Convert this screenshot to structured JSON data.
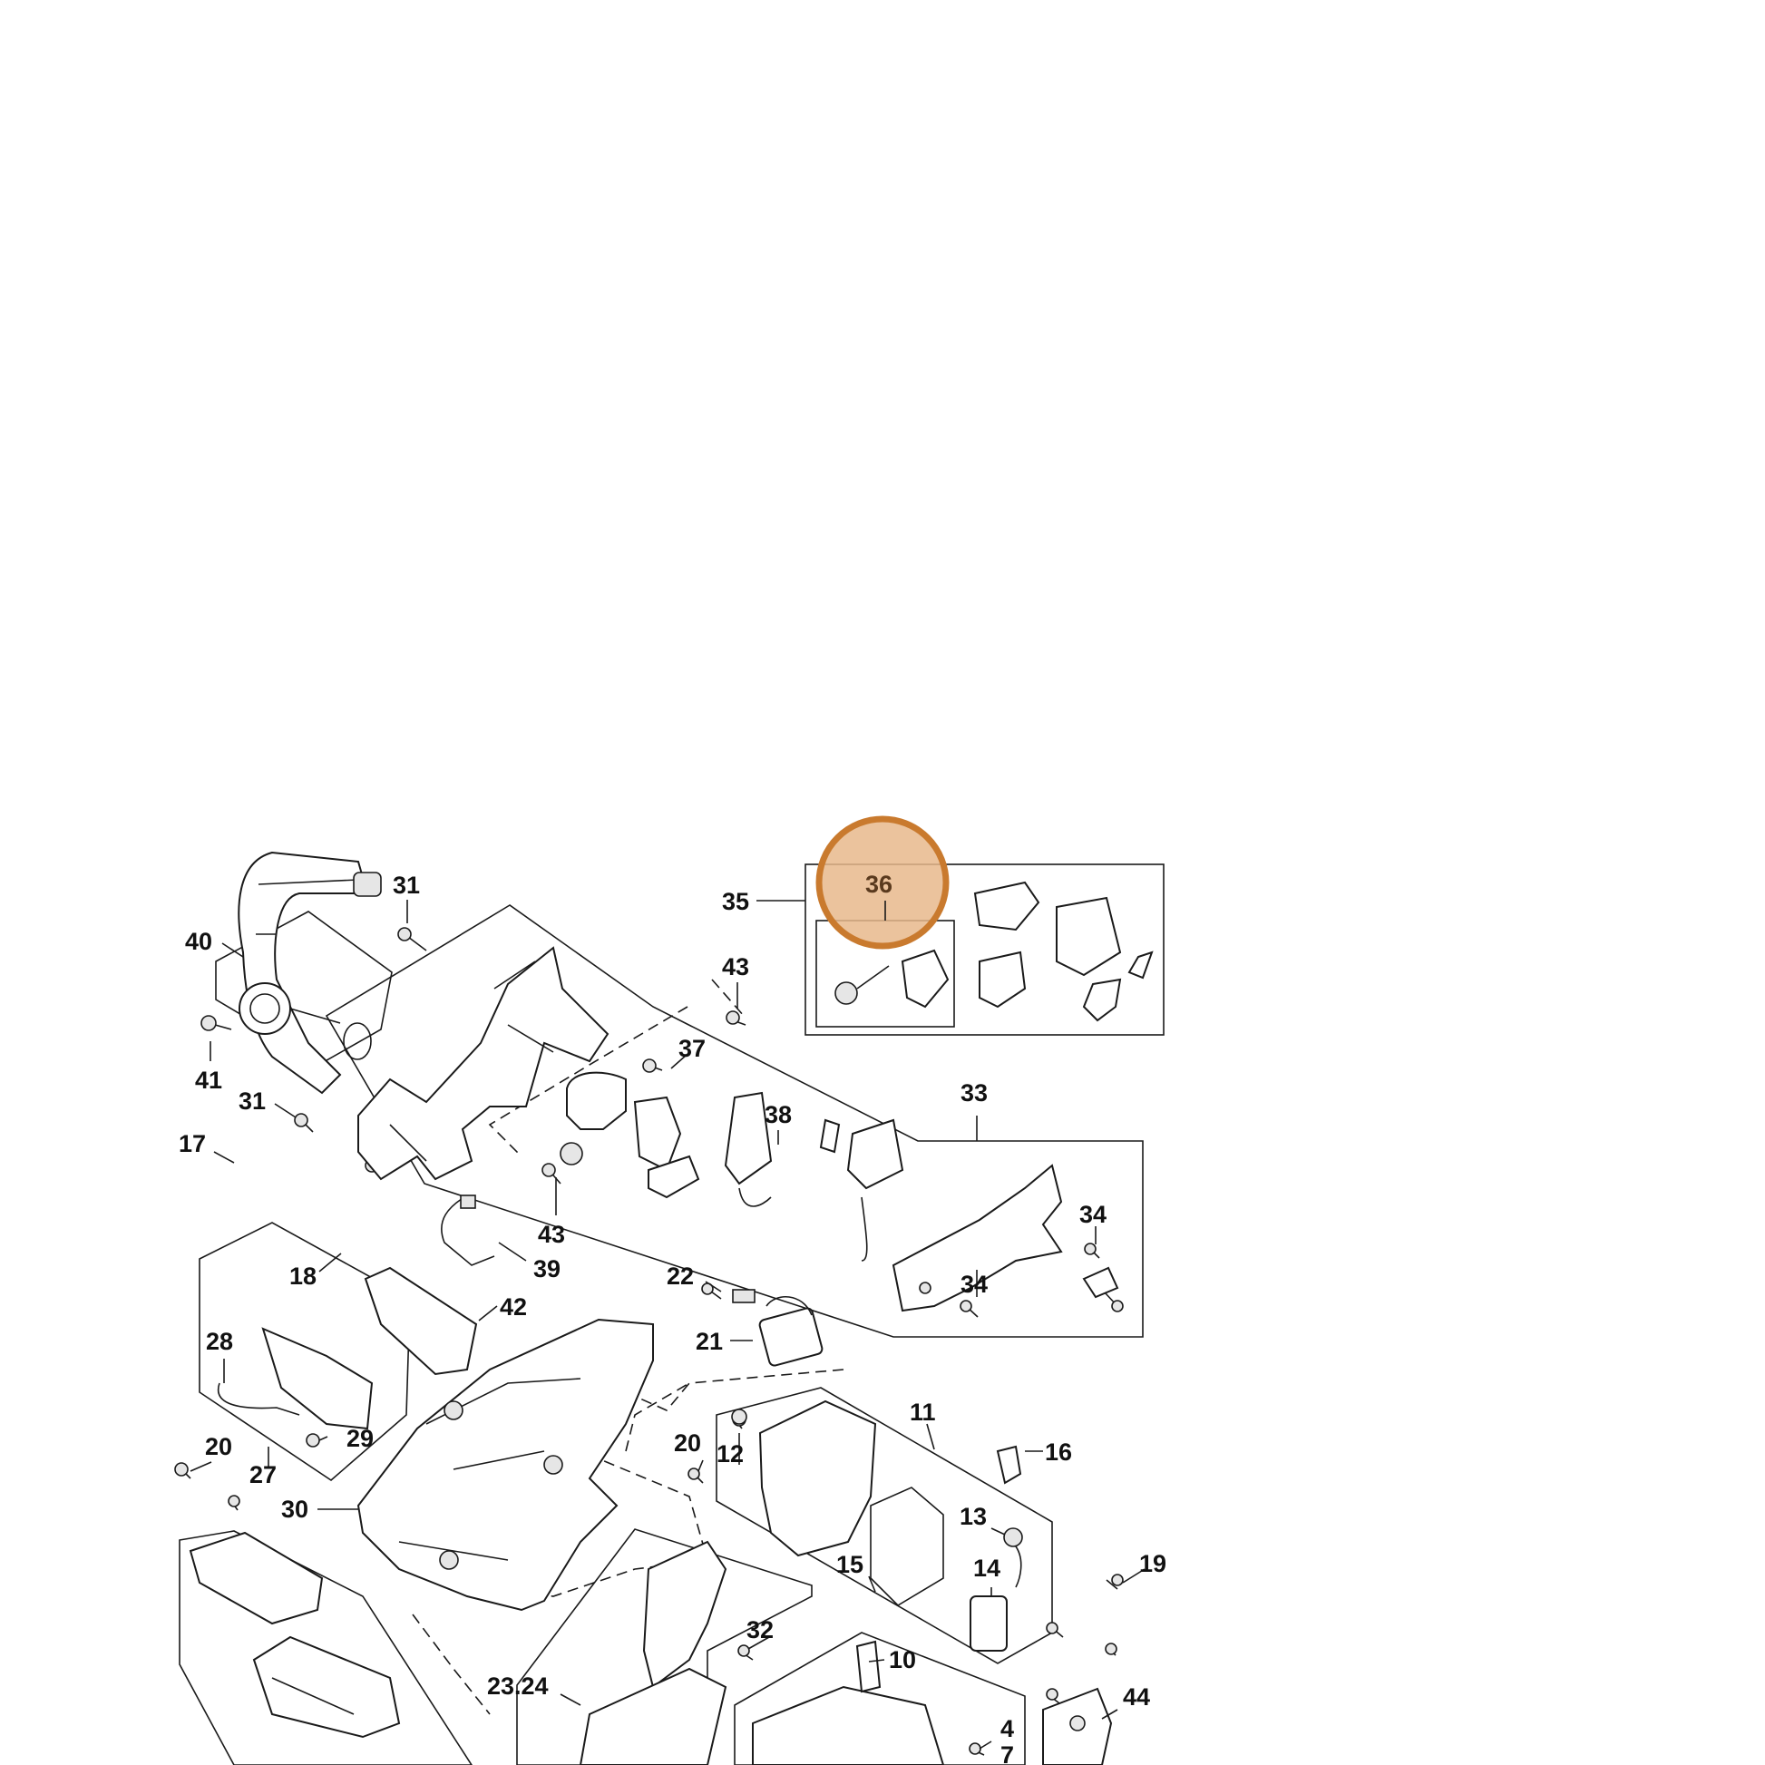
{
  "diagram": {
    "highlight": {
      "label": "36",
      "fill": "#e8b98c",
      "stroke": "#c97a2e"
    },
    "labels": {
      "l31a": "31",
      "l40": "40",
      "l35": "35",
      "l43a": "43",
      "l41": "41",
      "l37": "37",
      "l31b": "31",
      "l33": "33",
      "l38": "38",
      "l17": "17",
      "l34a": "34",
      "l43b": "43",
      "l39": "39",
      "l18": "18",
      "l34b": "34",
      "l22": "22",
      "l42": "42",
      "l21": "21",
      "l28": "28",
      "l11": "11",
      "l16": "16",
      "l29": "29",
      "l20a": "20",
      "l20b": "20",
      "l12": "12",
      "l27": "27",
      "l30": "30",
      "l13": "13",
      "l19": "19",
      "l15": "15",
      "l14": "14",
      "l32": "32",
      "l10": "10",
      "l2324": "23.24",
      "l44": "44",
      "l4": "4",
      "l7": "7"
    }
  }
}
